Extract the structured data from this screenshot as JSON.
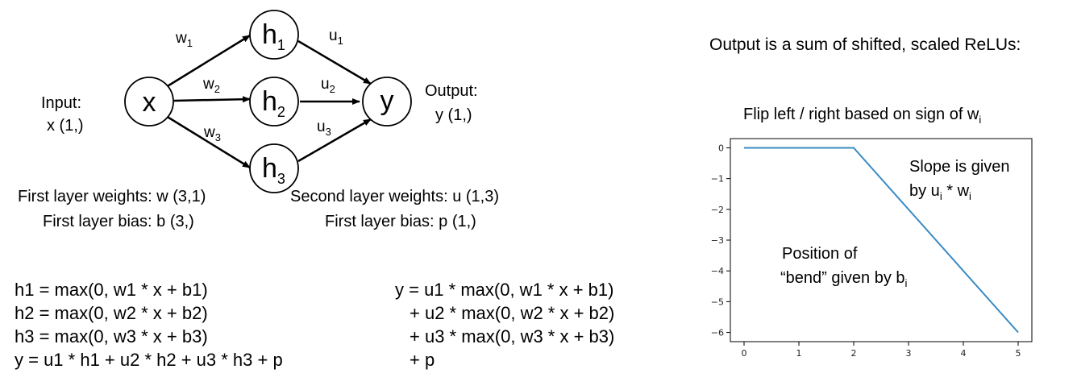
{
  "network": {
    "nodes": {
      "x": "x",
      "h1": "h",
      "h1_sub": "1",
      "h2": "h",
      "h2_sub": "2",
      "h3": "h",
      "h3_sub": "3",
      "y": "y"
    },
    "edges": {
      "w1": "w",
      "w1_sub": "1",
      "w2": "w",
      "w2_sub": "2",
      "w3": "w",
      "w3_sub": "3",
      "u1": "u",
      "u1_sub": "1",
      "u2": "u",
      "u2_sub": "2",
      "u3": "u",
      "u3_sub": "3"
    },
    "input_label": "Input:",
    "input_shape": "x (1,)",
    "output_label": "Output:",
    "output_shape": "y (1,)",
    "first_layer_weights": "First layer weights: w (3,1)",
    "first_layer_bias": "First layer bias: b (3,)",
    "second_layer_weights": "Second layer weights: u (1,3)",
    "second_layer_bias": "First layer bias: p (1,)"
  },
  "equations_left": [
    "h1 = max(0, w1 * x + b1)",
    "h2 = max(0, w2 * x + b2)",
    "h3 = max(0, w3 * x + b3)",
    "y = u1 * h1 + u2 * h2 + u3 * h3 + p"
  ],
  "equations_right": [
    "y = u1 * max(0, w1 * x + b1)",
    "+ u2 * max(0, w2 * x + b2)",
    "+ u3 * max(0, w3 * x + b3)",
    "+ p"
  ],
  "right_panel": {
    "heading": "Output is a sum of shifted, scaled ReLUs:",
    "plot_title": "Flip left / right based on sign of w",
    "plot_title_sub": "i",
    "slope_line1": "Slope is given",
    "slope_line2_a": "by u",
    "slope_line2_sub1": "i",
    "slope_line2_b": " * w",
    "slope_line2_sub2": "i",
    "position_line1": "Position of",
    "position_line2": "“bend” given by b",
    "position_line2_sub": "i"
  },
  "chart_data": {
    "type": "line",
    "x": [
      0,
      2,
      5
    ],
    "y": [
      0,
      0,
      -6
    ],
    "xticks": [
      "0",
      "1",
      "2",
      "3",
      "4",
      "5"
    ],
    "yticks": [
      "0",
      "−1",
      "−2",
      "−3",
      "−4",
      "−5",
      "−6"
    ],
    "xlim": [
      -0.25,
      5.25
    ],
    "ylim": [
      -6.3,
      0.3
    ],
    "line_color": "#3a8ac4",
    "grid": false
  }
}
